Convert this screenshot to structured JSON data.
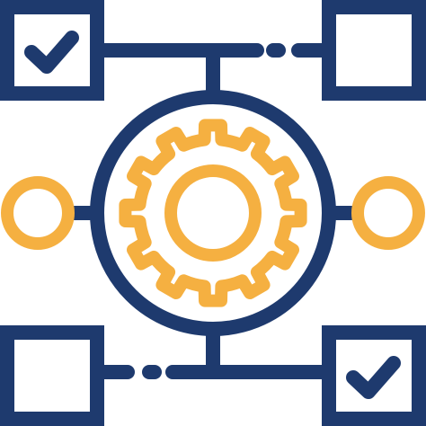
{
  "icon": {
    "name": "workflow-gear-icon",
    "colors": {
      "background": "#ffffff",
      "primary": "#1e3a6e",
      "accent": "#f5b041"
    },
    "elements": {
      "top_left_box": {
        "state": "checked"
      },
      "top_right_box": {
        "state": "empty"
      },
      "bottom_left_box": {
        "state": "empty"
      },
      "bottom_right_box": {
        "state": "checked"
      },
      "left_node": {
        "shape": "circle"
      },
      "right_node": {
        "shape": "circle"
      },
      "center_hub": {
        "shape": "circle",
        "contains": "gear"
      }
    }
  }
}
